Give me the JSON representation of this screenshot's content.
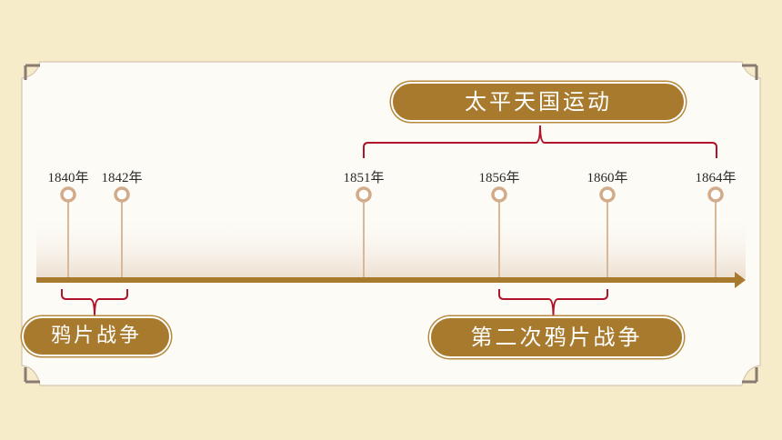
{
  "timeline": {
    "years": [
      {
        "label": "1840年",
        "year": 1840
      },
      {
        "label": "1842年",
        "year": 1842
      },
      {
        "label": "1851年",
        "year": 1851
      },
      {
        "label": "1856年",
        "year": 1856
      },
      {
        "label": "1860年",
        "year": 1860
      },
      {
        "label": "1864年",
        "year": 1864
      }
    ]
  },
  "events": {
    "taiping": {
      "label": "太平天国运动",
      "start": 1851,
      "end": 1864
    },
    "opium_war_1": {
      "label": "鸦片战争",
      "start": 1840,
      "end": 1842
    },
    "opium_war_2": {
      "label": "第二次鸦片战争",
      "start": 1856,
      "end": 1860
    }
  },
  "colors": {
    "background": "#f6ecc9",
    "panel": "#fdfbf5",
    "accent": "#a87a2e",
    "stem": "#d9b89a",
    "marker": "#d2ab8a",
    "bracket": "#b0142a"
  }
}
